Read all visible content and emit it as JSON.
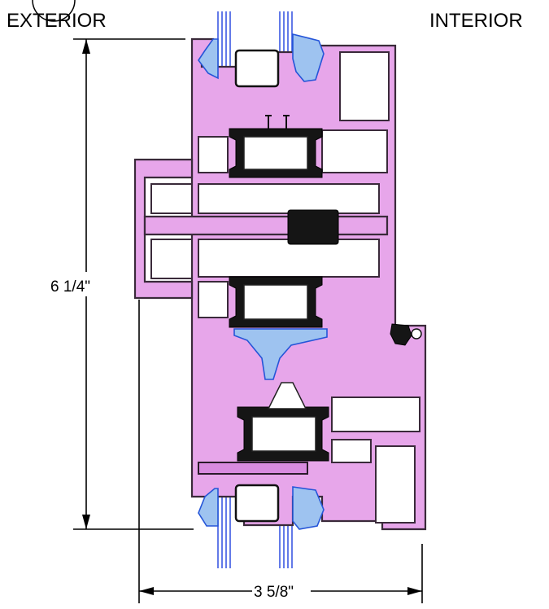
{
  "labels": {
    "exterior": "EXTERIOR",
    "interior": "INTERIOR"
  },
  "dimensions": {
    "height": "6 1/4\"",
    "width": "3 5/8\""
  },
  "colors": {
    "profile": "#e7a6ea",
    "thermal_break": "#9ec3f0",
    "glass_lines": "#2f4ee0",
    "gasket": "#151515"
  }
}
